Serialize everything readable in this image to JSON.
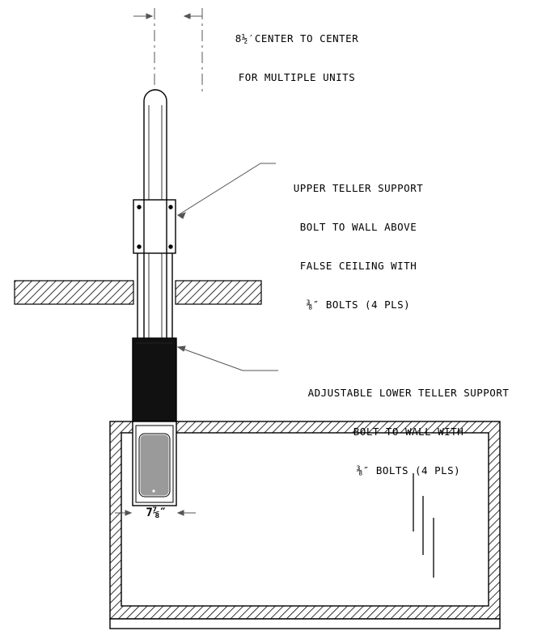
{
  "notes": {
    "center_spacing": {
      "line1": "8½′CENTER TO CENTER",
      "line2": "FOR MULTIPLE UNITS"
    },
    "upper_support": {
      "line1": "UPPER TELLER SUPPORT",
      "line2": "BOLT TO WALL ABOVE",
      "line3": "FALSE CEILING WITH",
      "line4": "⅜″ BOLTS (4 PLS)"
    },
    "lower_support": {
      "line1": "ADJUSTABLE LOWER TELLER SUPPORT",
      "line2": "BOLT TO WALL WITH",
      "line3": "⅜″ BOLTS (4 PLS)"
    }
  },
  "dimensions": {
    "width_label": "7⅞″"
  },
  "colors": {
    "line": "#000000",
    "leader": "#555555",
    "lower_support_fill": "#111111",
    "drawer_fill": "#9a9a9a"
  }
}
